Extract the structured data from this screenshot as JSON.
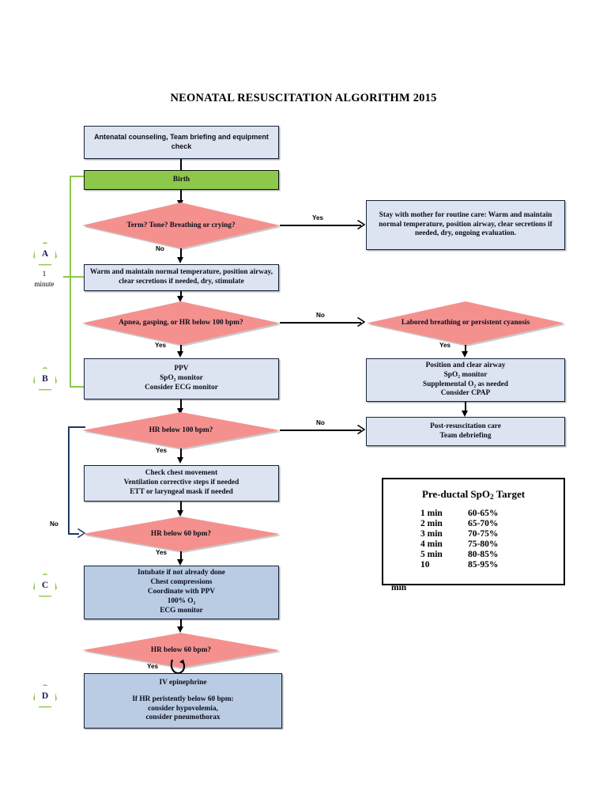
{
  "title": "NEONATAL RESUSCITATION ALGORITHM 2015",
  "nodes": {
    "antenatal": "Antenatal counseling, Team briefing and equipment check",
    "birth": "Birth",
    "d_term": "Term? Tone?  Breathing or crying?",
    "routine_care": "Stay with mother for routine care: Warm and maintain normal temperature, position airway, clear secretions if needed, dry, ongoing evaluation.",
    "warm_stimulate": "Warm and maintain normal temperature, position airway, clear secretions if needed, dry, stimulate",
    "d_apnea": "Apnea, gasping, or HR below 100 bpm?",
    "d_labored": "Labored breathing or persistent cyanosis",
    "ppv": "PPV SpO2 monitor Consider ECG monitor",
    "ppv_lines": [
      "PPV",
      "SpO₂ monitor",
      "Consider ECG monitor"
    ],
    "position_airway_lines": [
      "Position and clear airway",
      "SpO₂ monitor",
      "Supplemental O₂ as needed",
      "Consider CPAP"
    ],
    "d_hr100": "HR below 100 bpm?",
    "post_resus_lines": [
      "Post-resuscitation care",
      "Team debriefing"
    ],
    "check_chest_lines": [
      "Check chest movement",
      "Ventilation corrective steps if needed",
      "ETT or laryngeal mask if needed"
    ],
    "d_hr60_a": "HR below 60 bpm?",
    "intubate_lines": [
      "Intubate if not already done",
      "Chest compressions",
      "Coordinate with PPV",
      "100% O₂",
      "ECG monitor"
    ],
    "d_hr60_b": "HR below 60 bpm?",
    "epi_lines": [
      "IV epinephrine",
      "",
      "If  HR peristently below 60 bpm:",
      "consider hypovolemia,",
      "consider pneumothorax"
    ]
  },
  "edge_labels": {
    "yes_term": "Yes",
    "no_term": "No",
    "no_apnea": "No",
    "yes_apnea": "Yes",
    "yes_labored": "Yes",
    "no_hr100": "No",
    "yes_hr100": "Yes",
    "no_hr60": "No",
    "yes_hr60a": "Yes",
    "yes_hr60b": "Yes"
  },
  "markers": [
    {
      "letter": "A",
      "note_line1": "1",
      "note_line2": "minute"
    },
    {
      "letter": "B",
      "note_line1": "",
      "note_line2": ""
    },
    {
      "letter": "C",
      "note_line1": "",
      "note_line2": ""
    },
    {
      "letter": "D",
      "note_line1": "",
      "note_line2": ""
    }
  ],
  "spo2": {
    "heading": "Pre-ductal SpO",
    "heading_sub": "2",
    "heading_tail": " Target",
    "rows": [
      {
        "time": "1 min",
        "range": "60-65%"
      },
      {
        "time": "2 min",
        "range": "65-70%"
      },
      {
        "time": "3 min",
        "range": "70-75%"
      },
      {
        "time": "4 min",
        "range": "75-80%"
      },
      {
        "time": "5 min",
        "range": "80-85%"
      },
      {
        "time": "10",
        "range": "85-95%"
      }
    ],
    "overflow_text": "min"
  },
  "colors": {
    "decision_pink": "#f4918f",
    "process_blue": "#dbe4f0",
    "process_blue_deep": "#b9cce4",
    "birth_green": "#8dc84a",
    "marker_green": "#8dc84a",
    "loopback_navy": "#1f3864"
  }
}
